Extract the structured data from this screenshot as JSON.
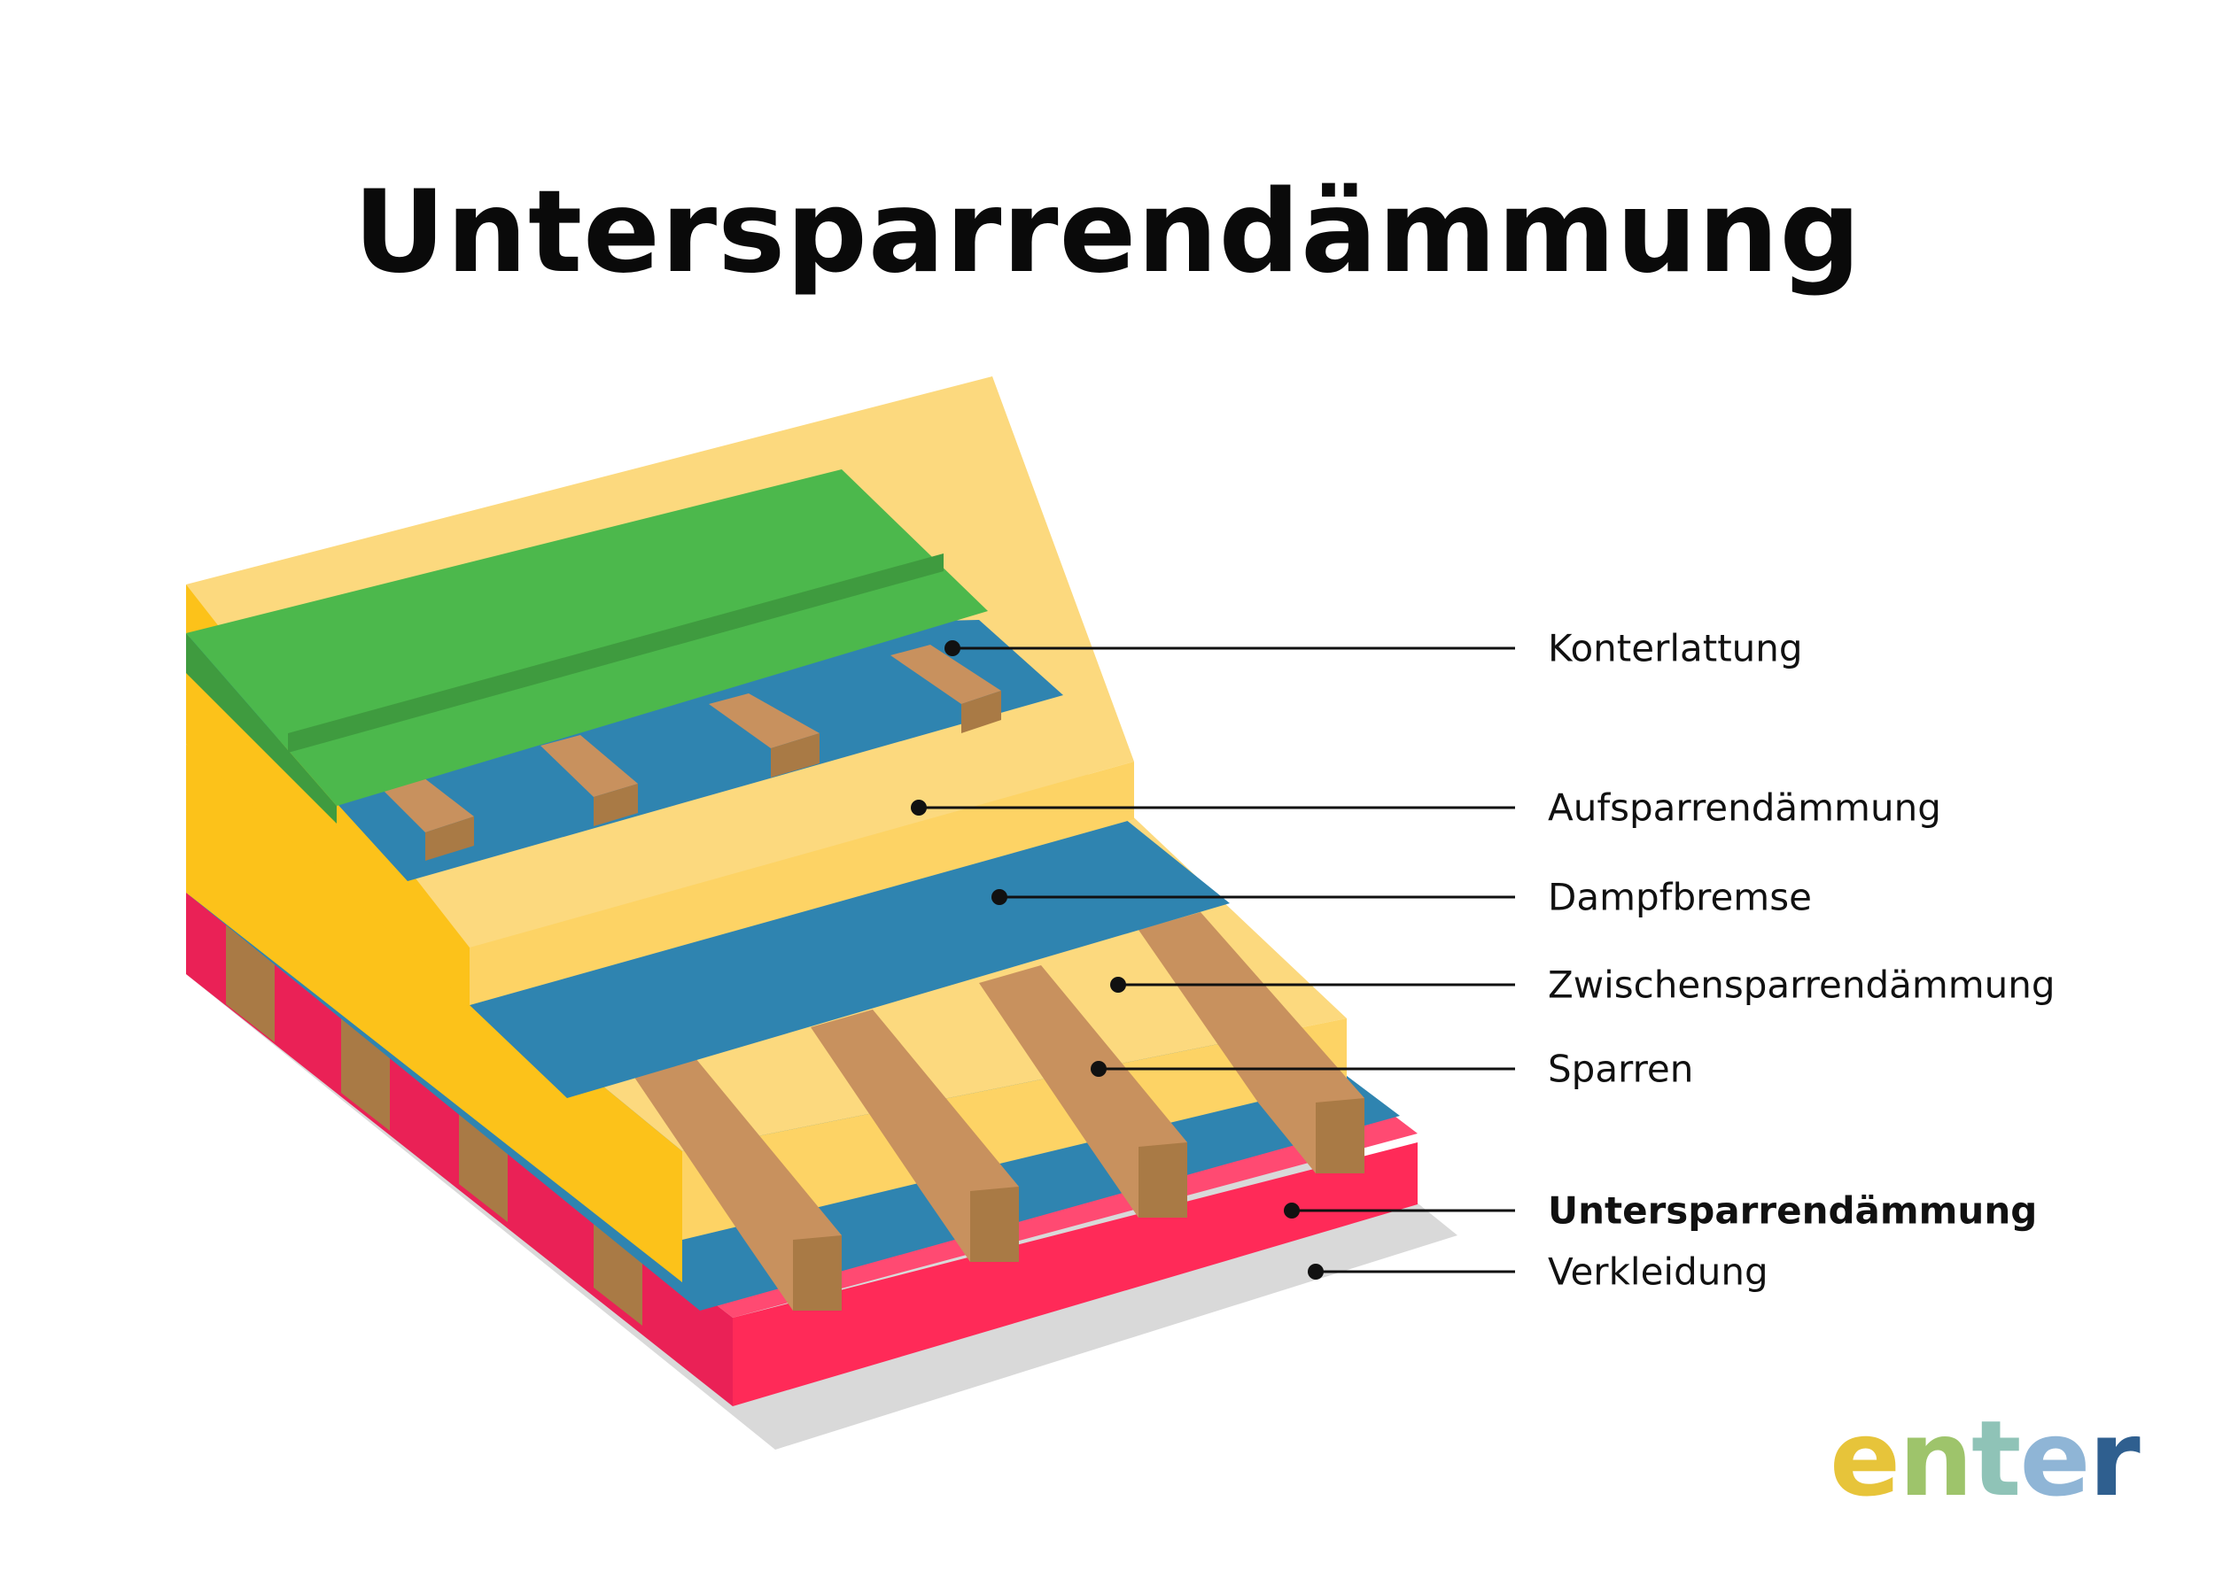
{
  "title": "Untersparrendämmung",
  "layers": [
    {
      "label": "Konterlattung",
      "emphasis": false
    },
    {
      "label": "Aufsparrendämmung",
      "emphasis": false
    },
    {
      "label": "Dampfbremse",
      "emphasis": false
    },
    {
      "label": "Zwischensparrendämmung",
      "emphasis": false
    },
    {
      "label": "Sparren",
      "emphasis": false
    },
    {
      "label": "Untersparrendämmung",
      "emphasis": true
    },
    {
      "label": "Verkleidung",
      "emphasis": false
    }
  ],
  "logo": {
    "letters": [
      "e",
      "n",
      "t",
      "e",
      "r"
    ],
    "colors": [
      "#e7c43a",
      "#9ec46b",
      "#8fc3b7",
      "#8fb5d6",
      "#2f5f8f"
    ]
  },
  "colors": {
    "green": "#4cb84c",
    "blue": "#2f84b0",
    "insulation": "#fcd97e",
    "yellow": "#fcc21a",
    "wood": "#c8915e",
    "red": "#ff2a58",
    "cladding": "#d9d9d9"
  }
}
